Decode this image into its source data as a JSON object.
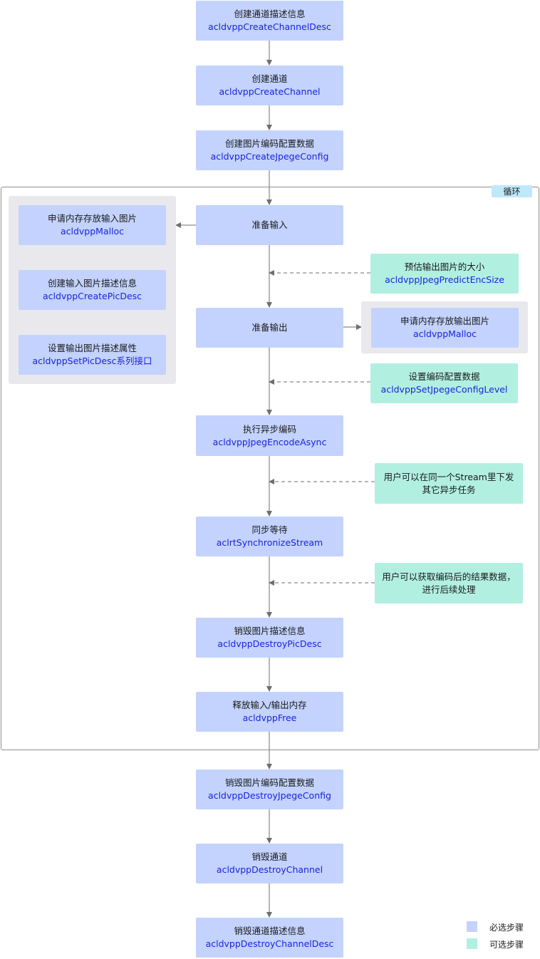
{
  "steps": {
    "create_channel_desc": {
      "zh": "创建通道描述信息",
      "api": "acldvppCreateChannelDesc"
    },
    "create_channel": {
      "zh": "创建通道",
      "api": "acldvppCreateChannel"
    },
    "create_jpege_config": {
      "zh": "创建图片编码配置数据",
      "api": "acldvppCreateJpegeConfig"
    },
    "prepare_input": {
      "zh": "准备输入"
    },
    "malloc_input": {
      "zh": "申请内存存放输入图片",
      "api": "acldvppMalloc"
    },
    "create_input_pic_desc": {
      "zh": "创建输入图片描述信息",
      "api": "acldvppCreatePicDesc"
    },
    "set_pic_desc": {
      "zh": "设置输出图片描述属性",
      "api": "acldvppSetPicDesc系列接口"
    },
    "predict_enc_size": {
      "zh": "预估输出图片的大小",
      "api": "acldvppJpegPredictEncSize"
    },
    "prepare_output": {
      "zh": "准备输出"
    },
    "malloc_output": {
      "zh": "申请内存存放输出图片",
      "api": "acldvppMalloc"
    },
    "set_config_level": {
      "zh": "设置编码配置数据",
      "api": "acldvppSetJpegeConfigLevel"
    },
    "encode_async": {
      "zh": "执行异步编码",
      "api": "acldvppJpegEncodeAsync"
    },
    "note_other_tasks": {
      "zh1": "用户可以在同一个Stream里下发",
      "zh2": "其它异步任务"
    },
    "sync_wait": {
      "zh": "同步等待",
      "api": "aclrtSynchronizeStream"
    },
    "note_result": {
      "zh1": "用户可以获取编码后的结果数据，",
      "zh2": "进行后续处理"
    },
    "destroy_pic_desc": {
      "zh": "销毁图片描述信息",
      "api": "acldvppDestroyPicDesc"
    },
    "free_memory": {
      "zh": "释放输入/输出内存",
      "api": "acldvppFree"
    },
    "destroy_jpege_config": {
      "zh": "销毁图片编码配置数据",
      "api": "acldvppDestroyJpegeConfig"
    },
    "destroy_channel": {
      "zh": "销毁通道",
      "api": "acldvppDestroyChannel"
    },
    "destroy_channel_desc": {
      "zh": "销毁通道描述信息",
      "api": "acldvppDestroyChannelDesc"
    }
  },
  "loop_label": "循环",
  "legend": {
    "required": "必选步骤",
    "optional": "可选步骤"
  },
  "colors": {
    "required": "#c3d3fd",
    "optional": "#b1f0e1",
    "panel": "#e9e9ed",
    "loop_tag": "#bfe8fb",
    "api_text": "#1b22dd",
    "connector": "#6e6e6e"
  }
}
